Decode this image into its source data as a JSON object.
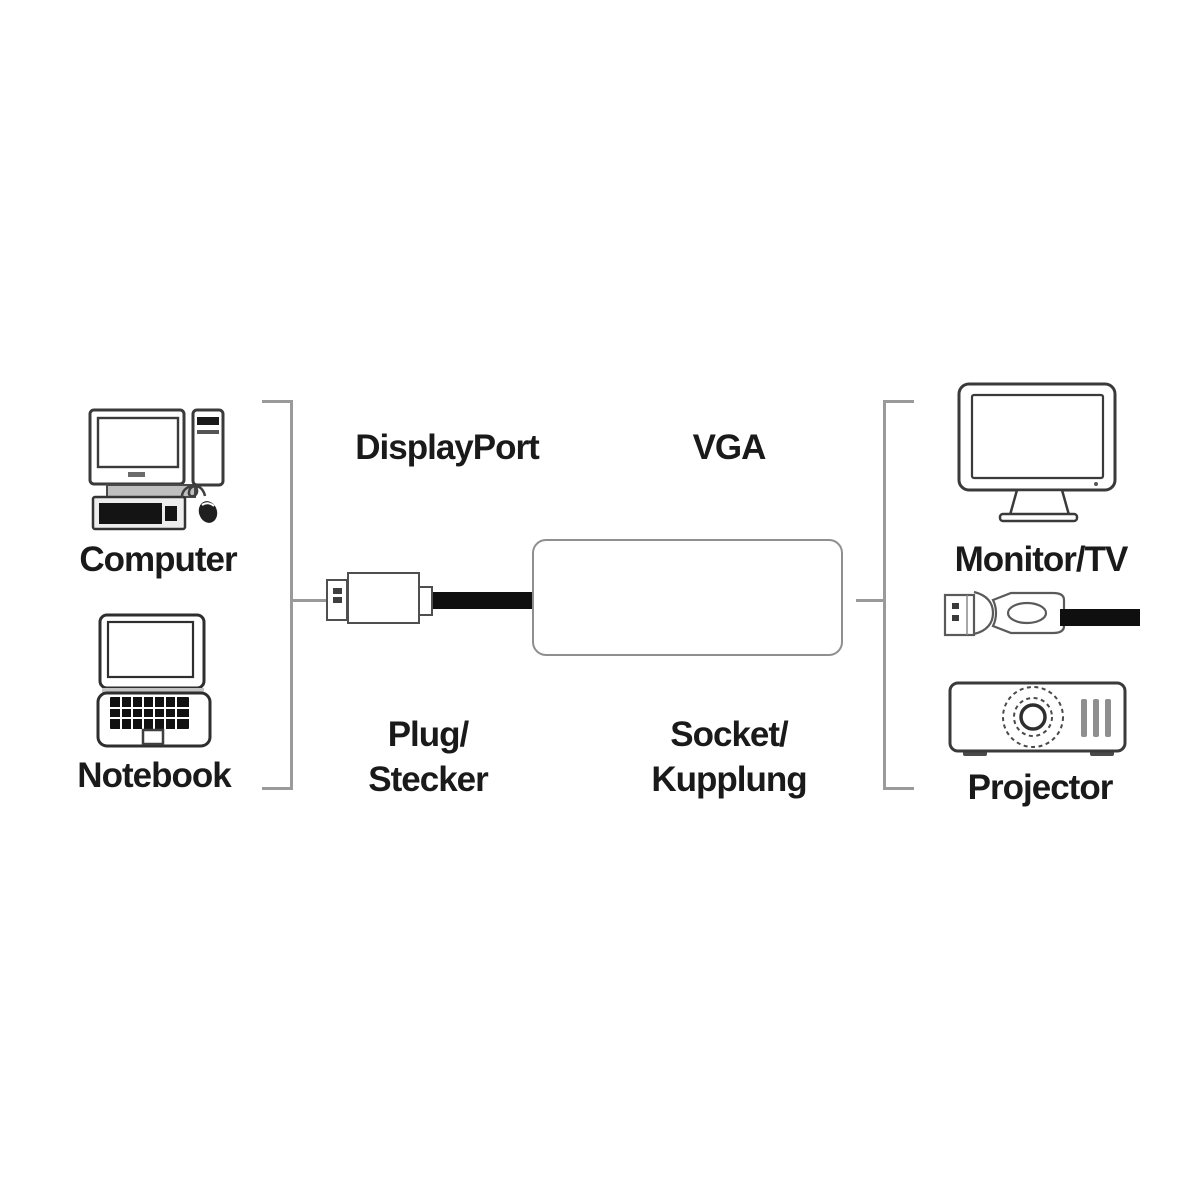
{
  "colors": {
    "background": "#ffffff",
    "text": "#1a1a1a",
    "bracket_gray": "#9a9a9a",
    "icon_outline": "#3a3a3a",
    "cable_black": "#0f0f0f",
    "adapter_border_gray": "#8f8f8f"
  },
  "sources": {
    "items": [
      {
        "icon": "computer-icon",
        "label": "Computer"
      },
      {
        "icon": "notebook-icon",
        "label": "Notebook"
      }
    ]
  },
  "adapter": {
    "plug_side": {
      "connector": "DisplayPort",
      "icon": "displayport-plug-icon",
      "label_line1": "Plug/",
      "label_line2": "Stecker"
    },
    "socket_side": {
      "connector": "VGA",
      "icon": "vga-socket-box",
      "label_line1": "Socket/",
      "label_line2": "Kupplung"
    }
  },
  "outputs": {
    "items": [
      {
        "icon": "monitor-tv-icon",
        "label": "Monitor/TV"
      },
      {
        "icon": "vga-cable-icon"
      },
      {
        "icon": "projector-icon",
        "label": "Projector"
      }
    ]
  }
}
